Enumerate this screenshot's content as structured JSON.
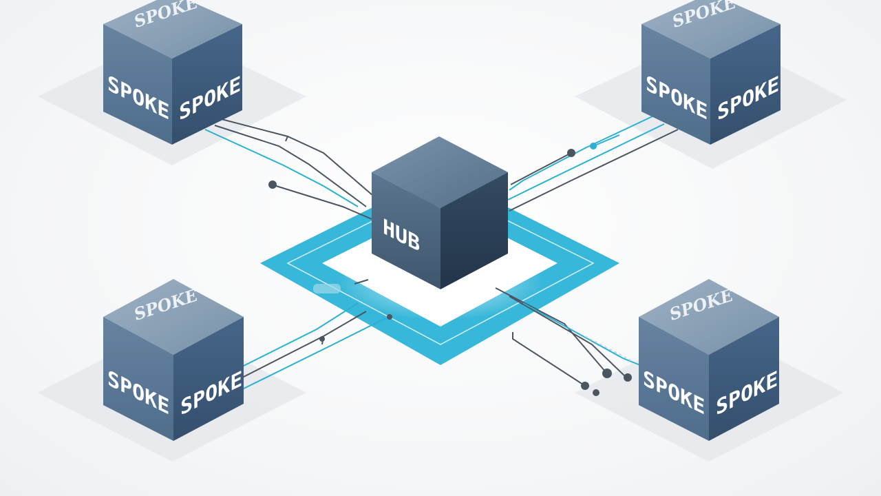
{
  "hub": {
    "label": "HUB"
  },
  "spokes": [
    {
      "id": "spoke-top-left",
      "face_left": "SPOKE",
      "face_right": "SPOKE",
      "top": "SPOKE"
    },
    {
      "id": "spoke-top-right",
      "face_left": "SPOKE",
      "face_right": "SPOKE",
      "top": "SPOKE"
    },
    {
      "id": "spoke-bottom-left",
      "face_left": "SPOKE",
      "face_right": "SPOKE",
      "top": "SPOKE"
    },
    {
      "id": "spoke-bottom-right",
      "face_left": "SPOKE",
      "face_right": "SPOKE",
      "top": "SPOKE"
    }
  ],
  "colors": {
    "cube_top": "#8da3b8",
    "cube_left": "#587895",
    "cube_right": "#3f5d7a",
    "hub_top": "#647f99",
    "hub_left": "#46617b",
    "hub_right": "#2c4258",
    "platform": "#35b6d8",
    "connector_dark": "#4a5560",
    "connector_cyan": "#2bb0d2"
  }
}
